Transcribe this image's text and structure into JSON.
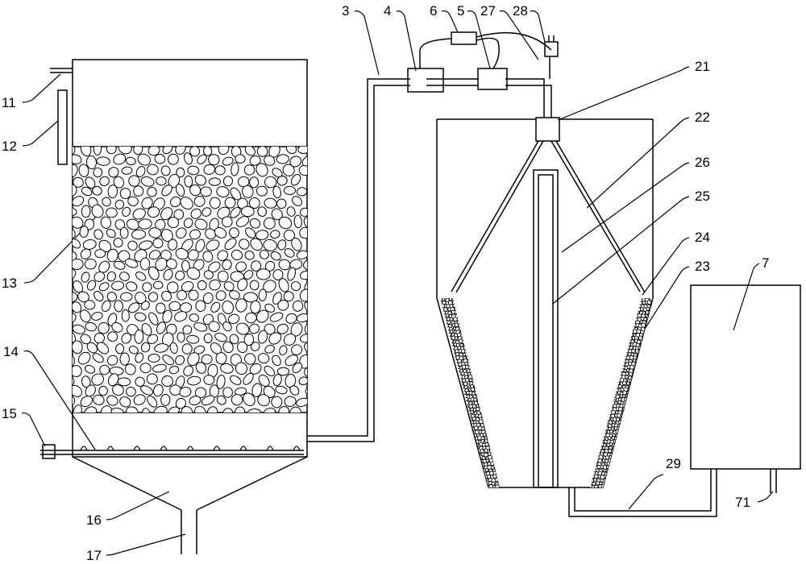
{
  "diagram": {
    "labels": {
      "l3": "3",
      "l4": "4",
      "l6": "6",
      "l5": "5",
      "l27": "27",
      "l28": "28",
      "l21": "21",
      "l22": "22",
      "l26": "26",
      "l25": "25",
      "l24": "24",
      "l23": "23",
      "l7": "7",
      "l29": "29",
      "l71": "71",
      "l11": "11",
      "l12": "12",
      "l13": "13",
      "l14": "14",
      "l15": "15",
      "l16": "16",
      "l17": "17"
    },
    "colors": {
      "stroke": "#000000",
      "background": "#ffffff",
      "packing_fill": "#ffffff"
    }
  }
}
